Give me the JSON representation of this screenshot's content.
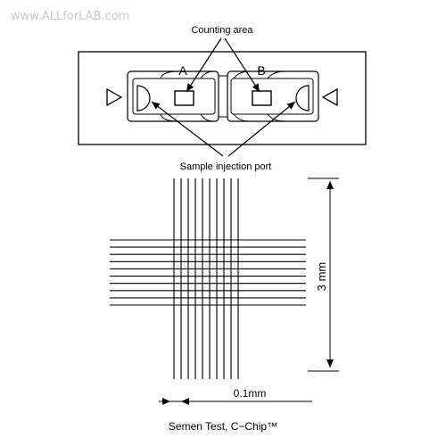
{
  "watermark": "www.ALLforLAB.com",
  "labels": {
    "counting_area": "Counting area",
    "chamber_a": "A",
    "chamber_b": "B",
    "sample_port": "Sample injection port",
    "dim_vertical": "3 mm",
    "dim_horizontal": "0.1mm",
    "caption": "Semen Test, C−Chip™"
  },
  "grid": {
    "vertical_line_count": 10,
    "horizontal_line_count": 10
  },
  "colors": {
    "stroke": "#000000",
    "watermark": "#c8c8c8",
    "background": "#ffffff"
  }
}
